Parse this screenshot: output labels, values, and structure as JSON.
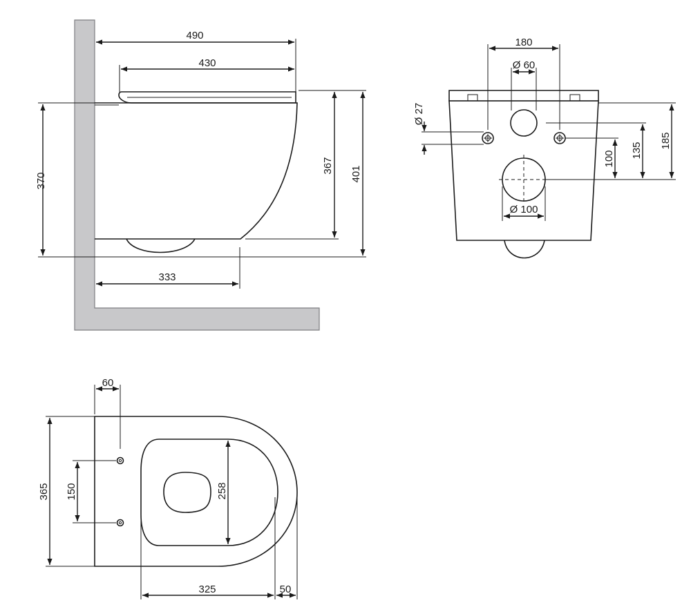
{
  "colors": {
    "wall": "#c8c8ca",
    "wall_stroke": "#7d7d80",
    "line": "#1a1a1a"
  },
  "side_view": {
    "overall_depth": "490",
    "seat_depth": "430",
    "height_with_wall": "370",
    "bowl_height": "367",
    "total_height": "401",
    "outlet_distance": "333"
  },
  "back_view": {
    "bolt_spacing": "180",
    "inlet_diameter": "Ø 60",
    "bolt_diameter": "Ø 27",
    "outlet_height": "100",
    "bolt_height": "135",
    "inlet_height": "185",
    "outlet_diameter": "Ø 100"
  },
  "top_view": {
    "wall_to_bolt": "60",
    "bolt_pitch": "150",
    "overall_width": "365",
    "seat_opening": "258",
    "bowl_length": "325",
    "rim_overhang": "50"
  }
}
